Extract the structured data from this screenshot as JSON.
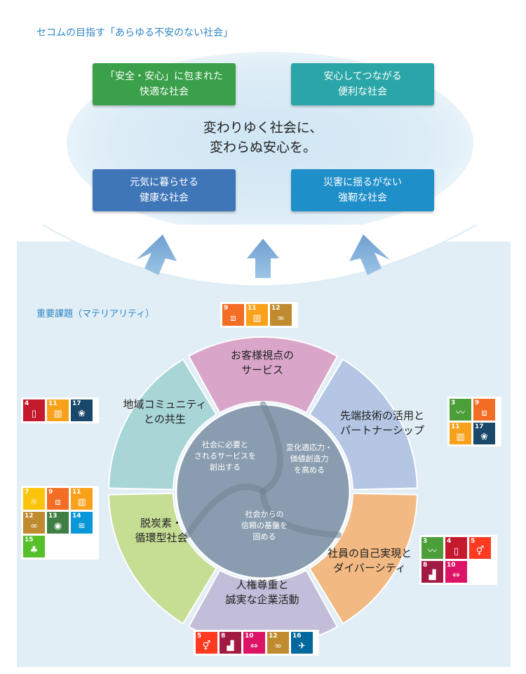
{
  "title": "セコムの目指す「あらゆる不安のない社会」",
  "vision_boxes": [
    {
      "lines": [
        "「安全・安心」に包まれた",
        "快適な社会"
      ],
      "color": "#3aa04a"
    },
    {
      "lines": [
        "安心してつながる",
        "便利な社会"
      ],
      "color": "#2aa6a8"
    },
    {
      "lines": [
        "元気に暮らせる",
        "健康な社会"
      ],
      "color": "#3f76b8"
    },
    {
      "lines": [
        "災害に揺るがない",
        "強靭な社会"
      ],
      "color": "#1f8fca"
    }
  ],
  "center_message": [
    "変わりゆく社会に、",
    "変わらぬ安心を。"
  ],
  "materiality_label": "重要課題（マテリアリティ）",
  "petals": [
    {
      "lines": [
        "お客様視点の",
        "サービス"
      ],
      "color": "#d9a6c9"
    },
    {
      "lines": [
        "先端技術の活用と",
        "パートナーシップ"
      ],
      "color": "#b4c6e3"
    },
    {
      "lines": [
        "社員の自己実現と",
        "ダイバーシティ"
      ],
      "color": "#f3b982"
    },
    {
      "lines": [
        "人権尊重と",
        "誠実な企業活動"
      ],
      "color": "#c2bdd9"
    },
    {
      "lines": [
        "脱炭素・",
        "循環型社会"
      ],
      "color": "#c6dd94"
    },
    {
      "lines": [
        "地域コミュニティ",
        "との共生"
      ],
      "color": "#a8d5d6"
    }
  ],
  "core": [
    {
      "lines": [
        "社会に必要と",
        "されるサービスを",
        "創出する"
      ]
    },
    {
      "lines": [
        "変化適応力・",
        "価値創造力",
        "を高める"
      ]
    },
    {
      "lines": [
        "社会からの",
        "信頼の基盤を",
        "固める"
      ]
    }
  ],
  "sdg_groups": [
    [
      {
        "num": "9",
        "color": "#f36d25",
        "glyph": "⧈"
      },
      {
        "num": "11",
        "color": "#f9a11b",
        "glyph": "▥"
      },
      {
        "num": "12",
        "color": "#bf8b2e",
        "glyph": "∞"
      }
    ],
    [
      {
        "num": "3",
        "color": "#4c9f38",
        "glyph": "〰"
      },
      {
        "num": "9",
        "color": "#f36d25",
        "glyph": "⧈"
      },
      {
        "num": "11",
        "color": "#f9a11b",
        "glyph": "▥"
      },
      {
        "num": "17",
        "color": "#19486a",
        "glyph": "❀"
      }
    ],
    [
      {
        "num": "3",
        "color": "#4c9f38",
        "glyph": "〰"
      },
      {
        "num": "4",
        "color": "#c5192d",
        "glyph": "▯"
      },
      {
        "num": "5",
        "color": "#ff3a21",
        "glyph": "⚥"
      },
      {
        "num": "8",
        "color": "#a21942",
        "glyph": "▟"
      },
      {
        "num": "10",
        "color": "#dd1367",
        "glyph": "⇔"
      }
    ],
    [
      {
        "num": "5",
        "color": "#ff3a21",
        "glyph": "⚥"
      },
      {
        "num": "8",
        "color": "#a21942",
        "glyph": "▟"
      },
      {
        "num": "10",
        "color": "#dd1367",
        "glyph": "⇔"
      },
      {
        "num": "12",
        "color": "#bf8b2e",
        "glyph": "∞"
      },
      {
        "num": "16",
        "color": "#00689d",
        "glyph": "✈"
      }
    ],
    [
      {
        "num": "7",
        "color": "#fcc30b",
        "glyph": "☼"
      },
      {
        "num": "9",
        "color": "#f36d25",
        "glyph": "⧈"
      },
      {
        "num": "11",
        "color": "#f9a11b",
        "glyph": "▥"
      },
      {
        "num": "12",
        "color": "#bf8b2e",
        "glyph": "∞"
      },
      {
        "num": "13",
        "color": "#3f7e44",
        "glyph": "◉"
      },
      {
        "num": "14",
        "color": "#0a97d9",
        "glyph": "≋"
      },
      {
        "num": "15",
        "color": "#56c02b",
        "glyph": "♣"
      }
    ],
    [
      {
        "num": "4",
        "color": "#c5192d",
        "glyph": "▯"
      },
      {
        "num": "11",
        "color": "#f9a11b",
        "glyph": "▥"
      },
      {
        "num": "17",
        "color": "#19486a",
        "glyph": "❀"
      }
    ]
  ]
}
